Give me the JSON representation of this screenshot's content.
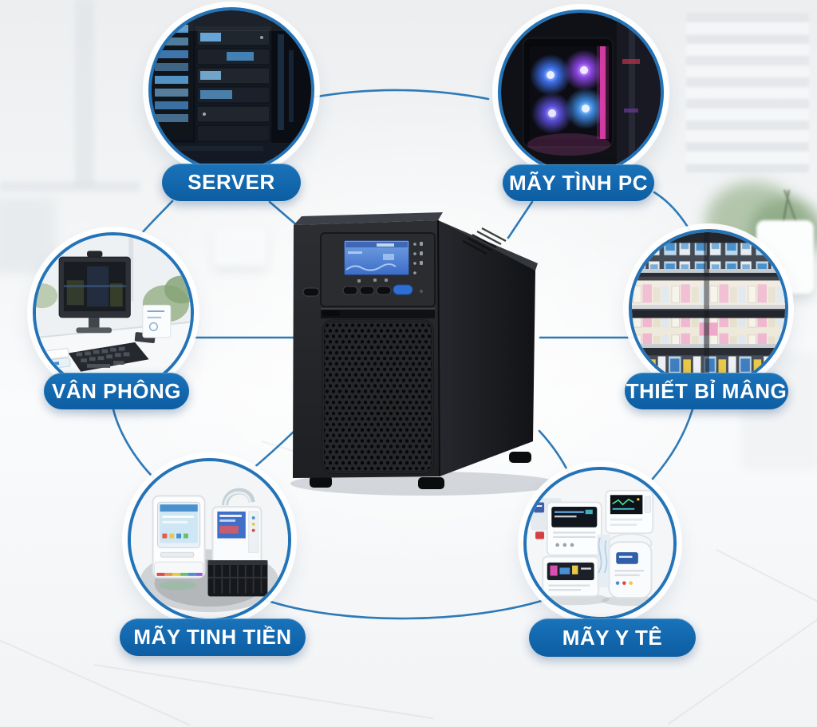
{
  "diagram": {
    "title": "UPS application diagram",
    "center": {
      "id": "ups",
      "image": "ups-tower-device"
    },
    "nodes": [
      {
        "id": "server",
        "label": "SERVER",
        "image": "server-racks"
      },
      {
        "id": "pc",
        "label": "MÃY TÌNH PC",
        "image": "gaming-pc"
      },
      {
        "id": "office",
        "label": "VÂN PHÔNG",
        "image": "office-desk"
      },
      {
        "id": "network",
        "label": "THIẾT BỈ MÂNG",
        "image": "network-device-shelves"
      },
      {
        "id": "pos",
        "label": "MÃY TINH TIỀN",
        "image": "cash-register-machines"
      },
      {
        "id": "medical",
        "label": "MÃY Y TÊ",
        "image": "medical-devices"
      }
    ],
    "connections": [
      {
        "from": "server",
        "to": "pc"
      },
      {
        "from": "server",
        "to": "office"
      },
      {
        "from": "server",
        "to": "ups"
      },
      {
        "from": "pc",
        "to": "ups"
      },
      {
        "from": "pc",
        "to": "network"
      },
      {
        "from": "office",
        "to": "ups"
      },
      {
        "from": "network",
        "to": "ups"
      },
      {
        "from": "office",
        "to": "pos"
      },
      {
        "from": "network",
        "to": "medical"
      },
      {
        "from": "pos",
        "to": "ups"
      },
      {
        "from": "medical",
        "to": "ups"
      },
      {
        "from": "pos",
        "to": "medical"
      }
    ],
    "colors": {
      "pill_blue": "#1168ad",
      "line_blue": "#2e7ab8",
      "ring_blue": "#2273b8",
      "background": "#f3f5f6"
    }
  }
}
